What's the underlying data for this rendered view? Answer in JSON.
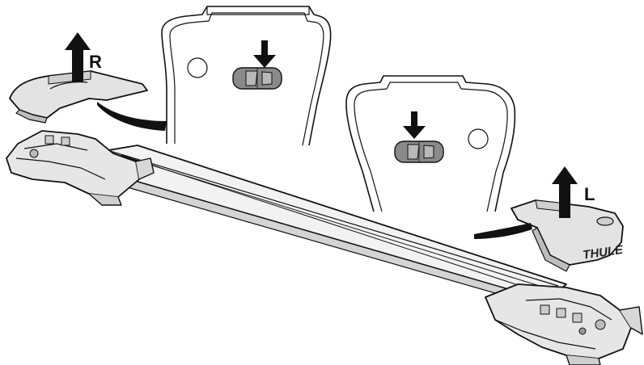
{
  "labels": {
    "right_side": "R",
    "left_side": "L"
  },
  "brand": {
    "logo_text": "THULE"
  },
  "colors": {
    "line": "#111111",
    "cover_fill": "#e3e3e3",
    "bar_fill": "#f2f2f2",
    "car_fill": "#8a8a8a",
    "arrow_fill": "#111111"
  },
  "icons": [
    "arrow-up-icon",
    "arrow-down-icon",
    "car-top-view-icon",
    "vehicle-door-outline-icon"
  ]
}
